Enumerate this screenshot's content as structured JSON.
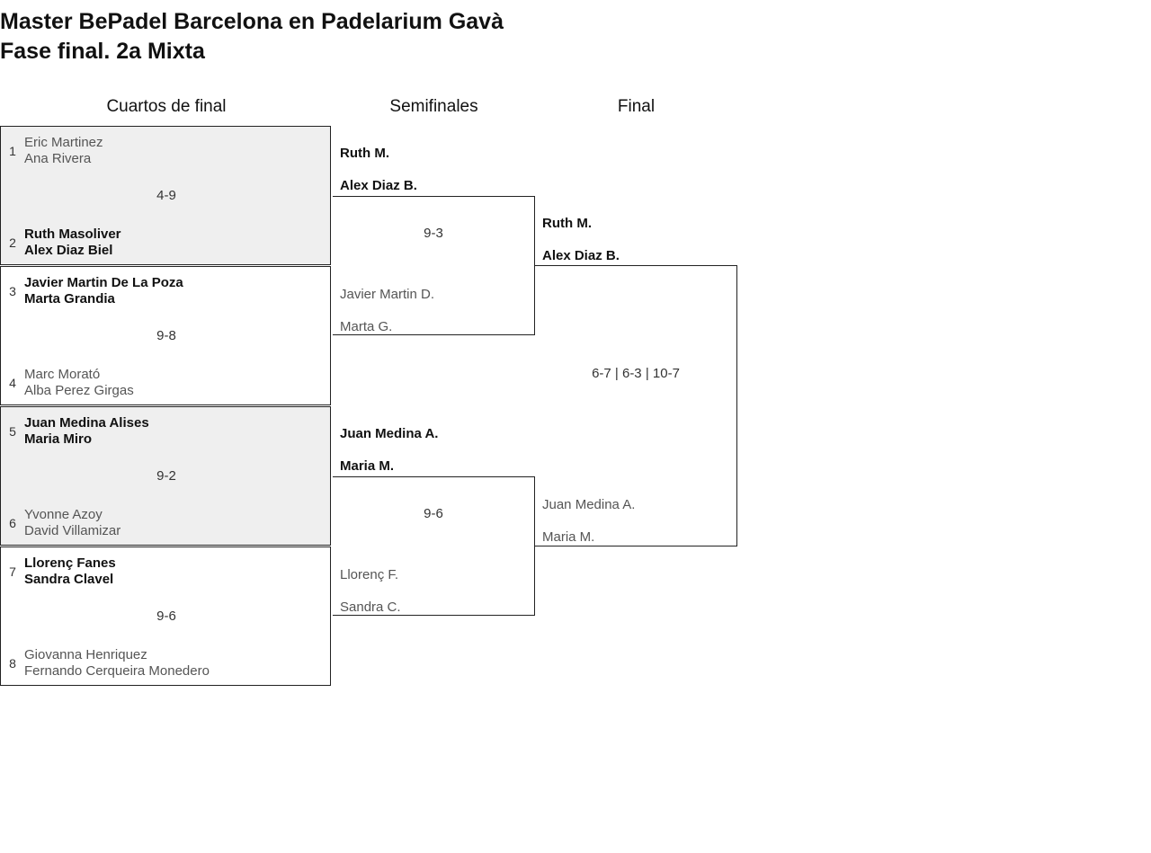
{
  "header": {
    "title_line1": "Master BePadel Barcelona en Padelarium Gavà",
    "title_line2": "Fase final. 2a Mixta"
  },
  "rounds": {
    "quarterfinals_label": "Cuartos de final",
    "semifinals_label": "Semifinales",
    "final_label": "Final"
  },
  "quarterfinals": [
    {
      "score": "4-9",
      "top": {
        "seed": "1",
        "p1": "Eric Martinez",
        "p2": "Ana Rivera",
        "result": "loser"
      },
      "bottom": {
        "seed": "2",
        "p1": "Ruth Masoliver",
        "p2": "Alex Diaz Biel",
        "result": "winner"
      }
    },
    {
      "score": "9-8",
      "top": {
        "seed": "3",
        "p1": "Javier Martin De La Poza",
        "p2": "Marta Grandia",
        "result": "winner"
      },
      "bottom": {
        "seed": "4",
        "p1": "Marc Morató",
        "p2": "Alba Perez Girgas",
        "result": "loser"
      }
    },
    {
      "score": "9-2",
      "top": {
        "seed": "5",
        "p1": "Juan Medina Alises",
        "p2": "Maria Miro",
        "result": "winner"
      },
      "bottom": {
        "seed": "6",
        "p1": "Yvonne Azoy",
        "p2": "David Villamizar",
        "result": "loser"
      }
    },
    {
      "score": "9-6",
      "top": {
        "seed": "7",
        "p1": "Llorenç Fanes",
        "p2": "Sandra Clavel",
        "result": "winner"
      },
      "bottom": {
        "seed": "8",
        "p1": "Giovanna Henriquez",
        "p2": "Fernando Cerqueira Monedero",
        "result": "loser"
      }
    }
  ],
  "semifinals": [
    {
      "score": "9-3",
      "winner": {
        "p1": "Ruth M.",
        "p2": "Alex Diaz B."
      },
      "loser": {
        "p1": "Javier Martin D.",
        "p2": "Marta G."
      }
    },
    {
      "score": "9-6",
      "winner": {
        "p1": "Juan Medina A.",
        "p2": "Maria M."
      },
      "loser": {
        "p1": "Llorenç F.",
        "p2": "Sandra C."
      }
    }
  ],
  "final": {
    "score": "6-7 | 6-3 | 10-7",
    "winner": {
      "p1": "Ruth M.",
      "p2": "Alex Diaz B."
    },
    "loser": {
      "p1": "Juan Medina A.",
      "p2": "Maria M."
    }
  },
  "colors": {
    "shaded_row": "#efefef",
    "border": "#222222",
    "winner_text": "#111111",
    "loser_text": "#555555"
  }
}
